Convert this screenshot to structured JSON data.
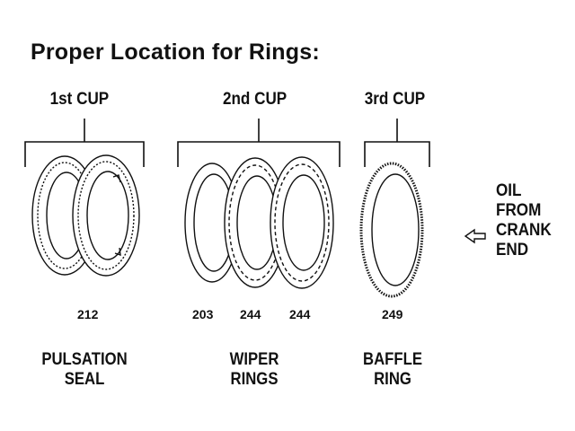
{
  "title": "Proper Location for Rings:",
  "cups": {
    "first": "1st CUP",
    "second": "2nd CUP",
    "third": "3rd CUP"
  },
  "part_numbers": [
    "212",
    "203",
    "244",
    "244",
    "249"
  ],
  "groups": {
    "pulsation": [
      "PULSATION",
      "SEAL"
    ],
    "wiper": [
      "WIPER",
      "RINGS"
    ],
    "baffle": [
      "BAFFLE",
      "RING"
    ]
  },
  "oil": [
    "OIL",
    "FROM",
    "CRANK",
    "END"
  ],
  "icons": [
    "left-arrow-icon"
  ]
}
